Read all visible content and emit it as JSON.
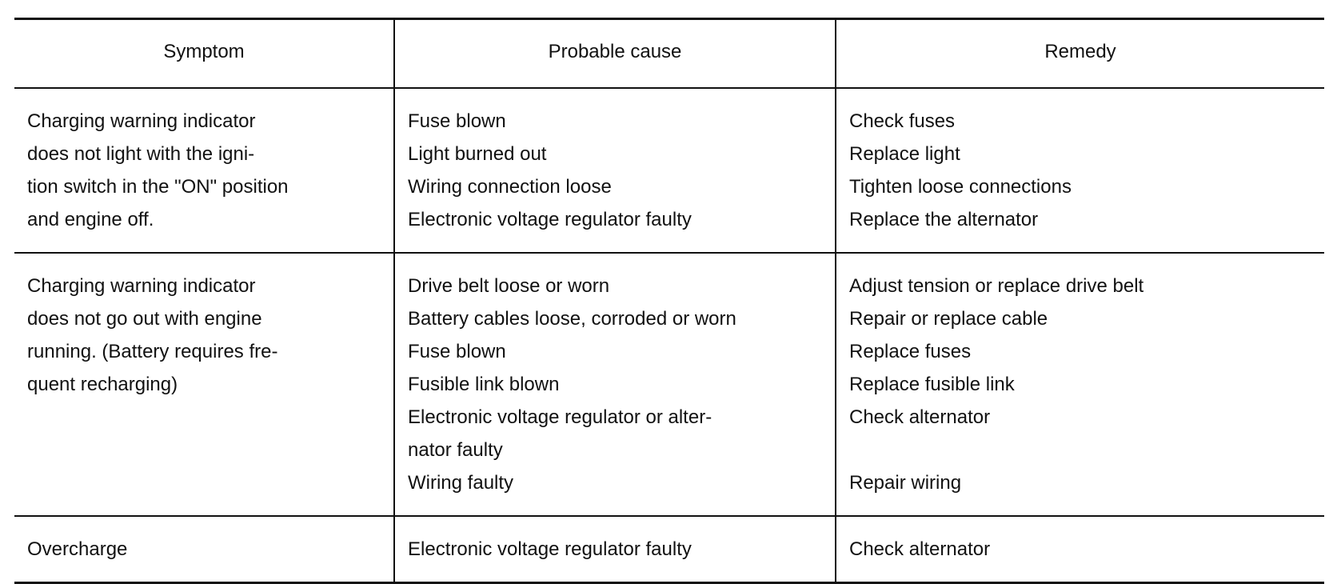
{
  "table": {
    "headers": [
      "Symptom",
      "Probable cause",
      "Remedy"
    ],
    "rows": [
      {
        "symptom": [
          "Charging warning indicator",
          "does not light with the igni-",
          "tion switch in the \"ON\" position",
          "and engine off."
        ],
        "cause": [
          "Fuse blown",
          "Light burned out",
          "Wiring connection loose",
          "Electronic voltage regulator faulty"
        ],
        "remedy": [
          "Check fuses",
          "Replace light",
          "Tighten loose connections",
          "Replace the alternator"
        ]
      },
      {
        "symptom": [
          "Charging warning indicator",
          "does not go out with engine",
          "running. (Battery requires fre-",
          "quent recharging)"
        ],
        "cause": [
          "Drive belt loose or worn",
          "Battery cables loose, corroded or worn",
          "Fuse blown",
          "Fusible link blown",
          "Electronic voltage regulator or alter-",
          "nator faulty",
          "Wiring faulty"
        ],
        "remedy": [
          "Adjust tension or replace drive belt",
          "Repair or replace cable",
          "Replace fuses",
          "Replace fusible link",
          "Check alternator",
          "",
          "Repair wiring"
        ]
      },
      {
        "symptom": [
          "Overcharge"
        ],
        "cause": [
          "Electronic voltage regulator faulty"
        ],
        "remedy": [
          "Check alternator"
        ]
      }
    ]
  }
}
